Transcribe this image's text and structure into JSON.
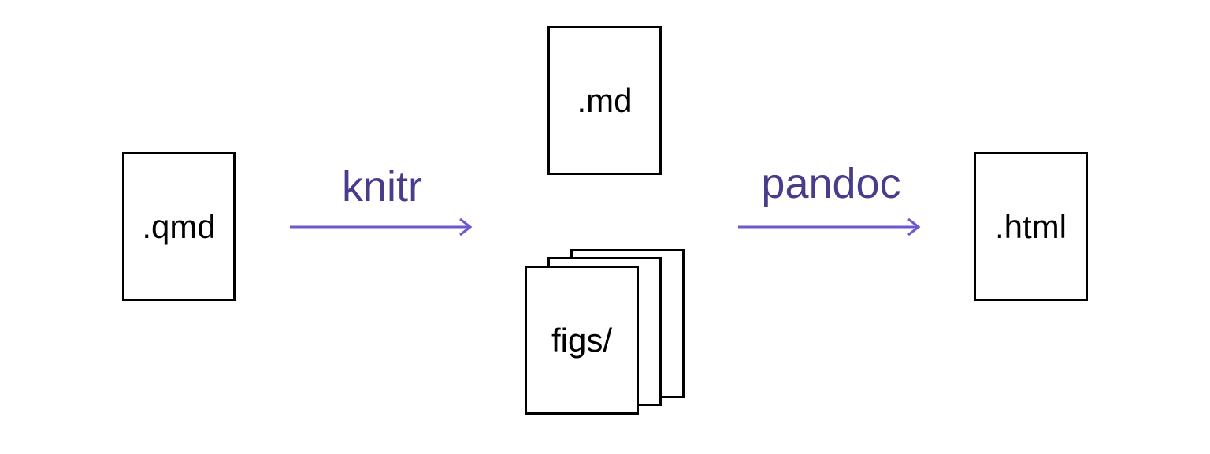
{
  "documents": {
    "qmd": ".qmd",
    "md": ".md",
    "figs": "figs/",
    "html": ".html"
  },
  "steps": {
    "knitr": "knitr",
    "pandoc": "pandoc"
  },
  "colors": {
    "arrow": "#6a5acd",
    "step_label": "#483d8b",
    "document_border": "#000000"
  }
}
